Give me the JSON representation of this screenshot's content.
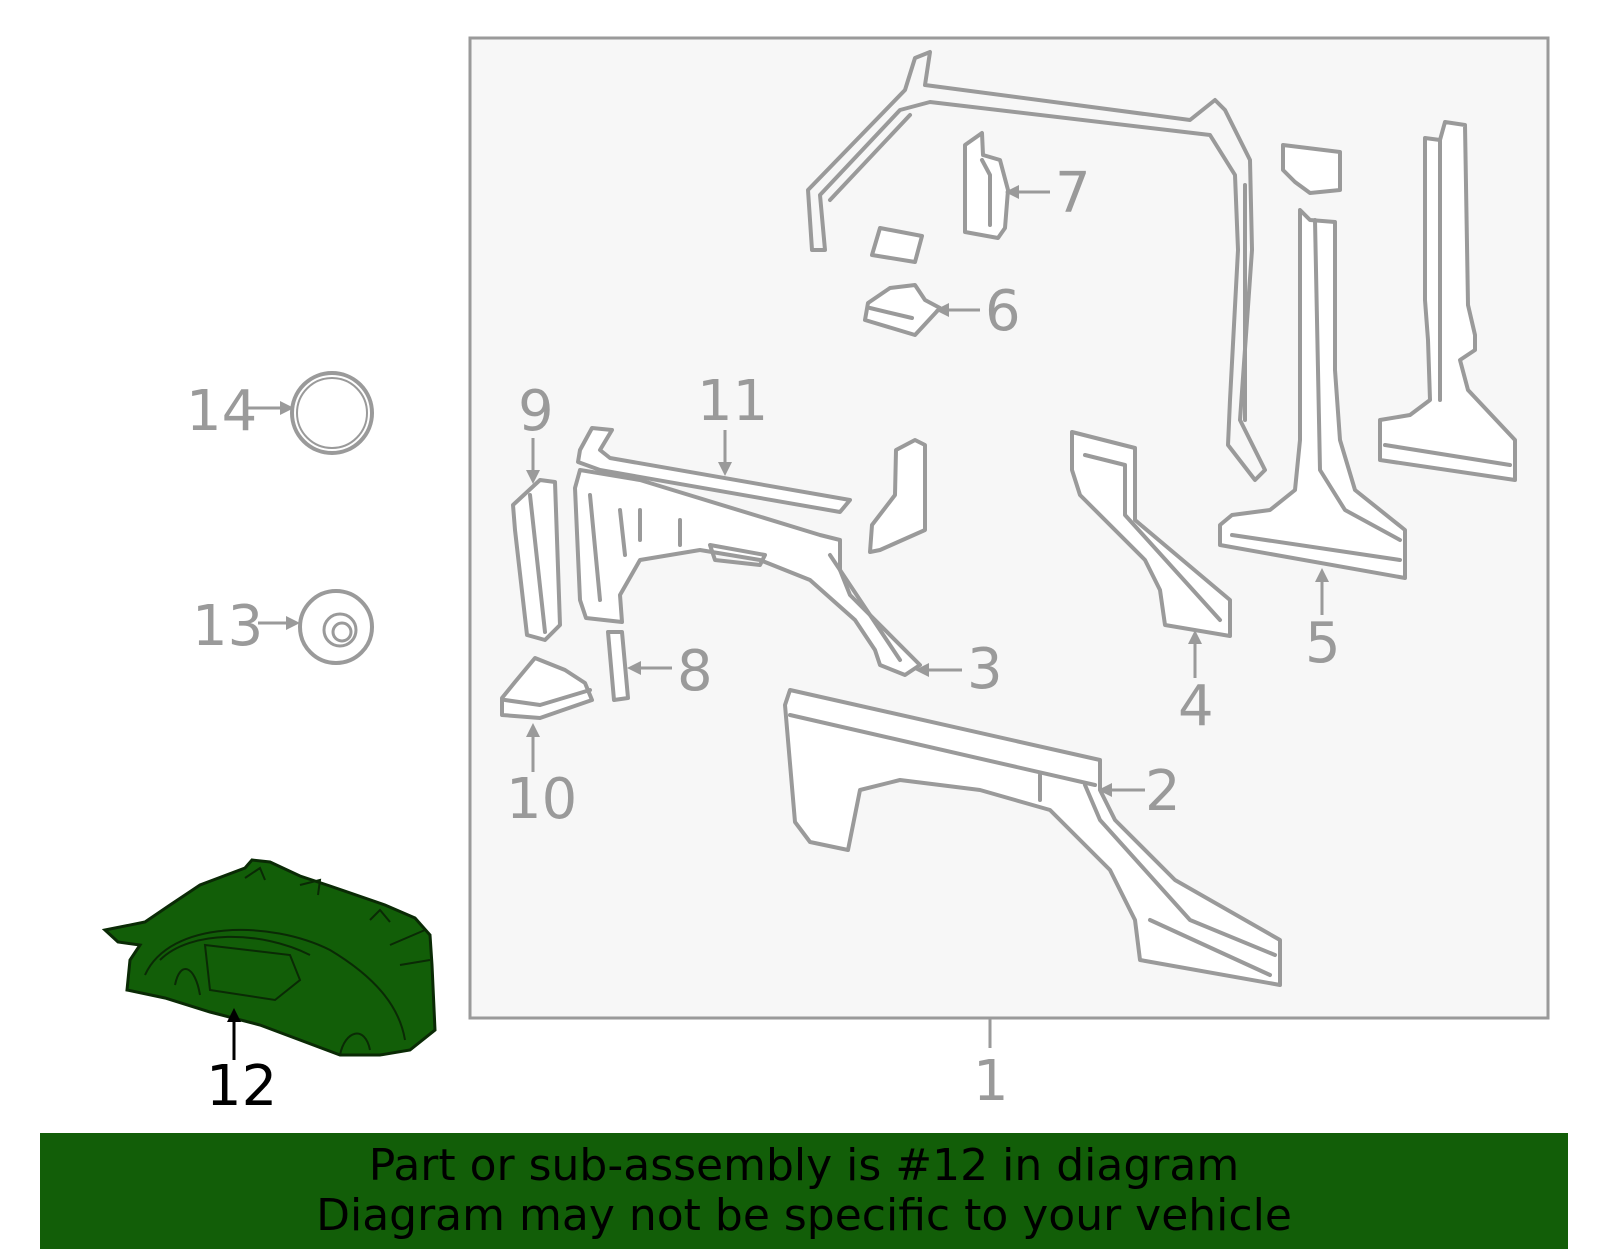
{
  "colors": {
    "highlight_part": "#125e08",
    "banner_background": "#125e08",
    "outline": "#9a9a9a",
    "frame_background": "#f7f7f7"
  },
  "callouts": [
    "1",
    "2",
    "3",
    "4",
    "5",
    "6",
    "7",
    "8",
    "9",
    "10",
    "11",
    "12",
    "13",
    "14"
  ],
  "highlighted_callout": "12",
  "banner": {
    "line1": "Part or sub-assembly is #12 in diagram",
    "line2": "Diagram may not be specific to your vehicle"
  }
}
